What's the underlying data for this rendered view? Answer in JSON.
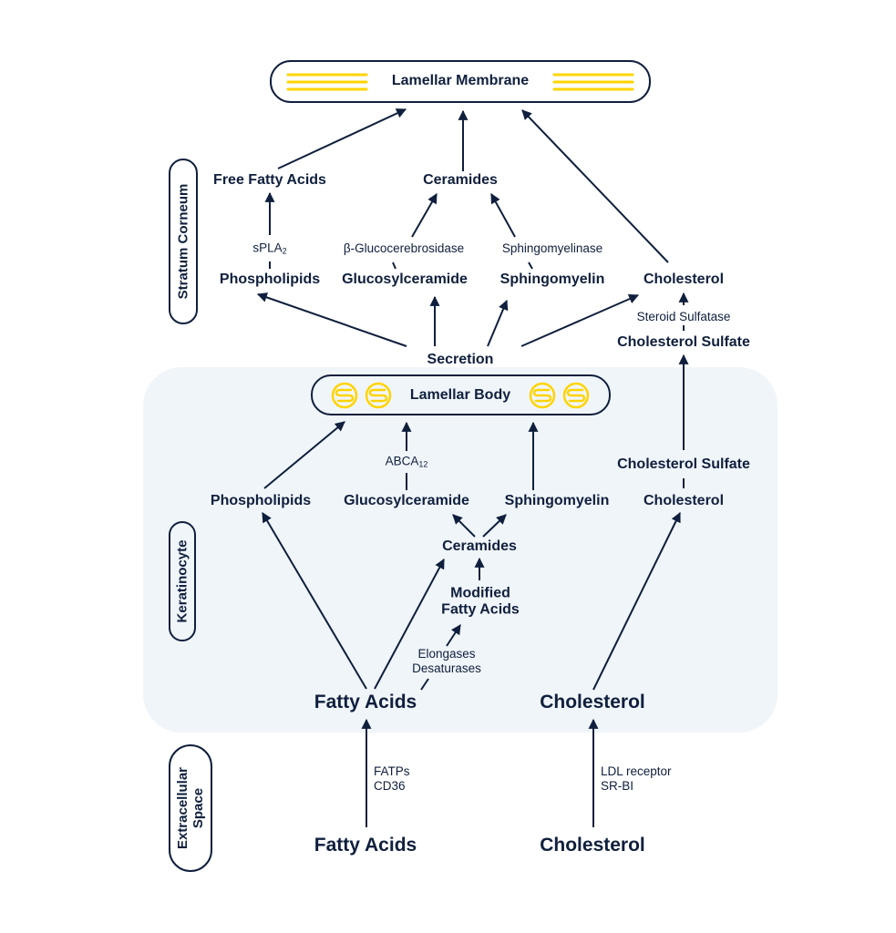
{
  "colors": {
    "ink": "#0f1f3d",
    "accent_yellow": "#ffd400",
    "keratinocyte_bg": "#f0f5fa",
    "background": "#ffffff"
  },
  "regions": {
    "stratum_corneum": "Stratum Corneum",
    "keratinocyte": "Keratinocyte",
    "extracellular_line1": "Extracellular",
    "extracellular_line2": "Space"
  },
  "boxes": {
    "lamellar_membrane": "Lamellar Membrane",
    "lamellar_body": "Lamellar Body"
  },
  "stratum_corneum": {
    "free_fatty_acids": "Free Fatty Acids",
    "ceramides": "Ceramides",
    "spla2": "sPLA",
    "spla2_sub": "2",
    "glucocerebrosidase": "β-Glucocerebrosidase",
    "sphingomyelinase": "Sphingomyelinase",
    "phospholipids": "Phospholipids",
    "glucosylceramide": "Glucosylceramide",
    "sphingomyelin": "Sphingomyelin",
    "cholesterol": "Cholesterol",
    "steroid_sulfatase": "Steroid Sulfatase",
    "cholesterol_sulfate": "Cholesterol Sulfate",
    "secretion": "Secretion"
  },
  "keratinocyte": {
    "abca": "ABCA",
    "abca_sub": "12",
    "phospholipids": "Phospholipids",
    "glucosylceramide": "Glucosylceramide",
    "sphingomyelin": "Sphingomyelin",
    "cholesterol_sulfate": "Cholesterol Sulfate",
    "cholesterol": "Cholesterol",
    "ceramides": "Ceramides",
    "modified_fatty_acids_line1": "Modified",
    "modified_fatty_acids_line2": "Fatty Acids",
    "elongases": "Elongases",
    "desaturases": "Desaturases",
    "fatty_acids": "Fatty Acids",
    "cholesterol_main": "Cholesterol"
  },
  "extracellular": {
    "fatps": "FATPs",
    "cd36": "CD36",
    "ldl_receptor": "LDL receptor",
    "sr_bi": "SR-BI",
    "fatty_acids": "Fatty Acids",
    "cholesterol": "Cholesterol"
  }
}
